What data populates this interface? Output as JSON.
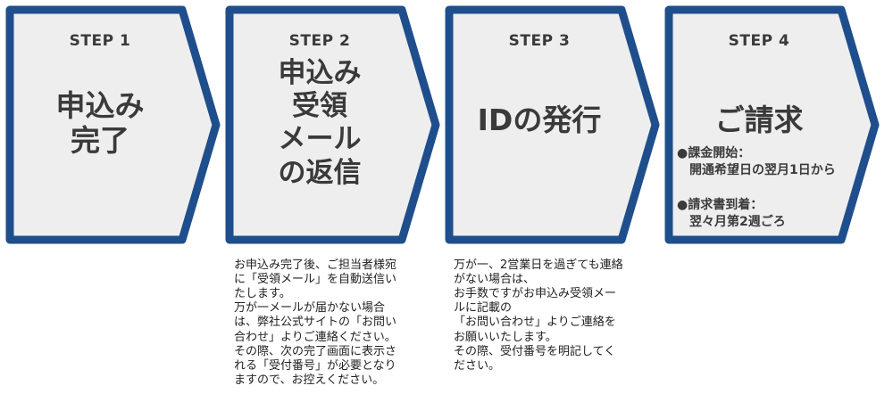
{
  "steps": [
    {
      "label": "STEP 1",
      "title": "申込み\n完了"
    },
    {
      "label": "STEP 2",
      "title": "申込み\n受領\nメール\nの返信"
    },
    {
      "label": "STEP 3",
      "title": "IDの発行"
    },
    {
      "label": "STEP 4",
      "title": "ご請求"
    }
  ],
  "billing": [
    "●課金開始：\n　開通希望日の翌月1日から",
    "●請求書到着：\n　翌々月第2週ごろ"
  ],
  "notes": {
    "step2": "お申込み完了後、ご担当者様宛\nに「受領メール」を自動送信い\nたします。\n 万が一メールが届かない場合\nは、弊社公式サイトの「お問い\n合わせ」よりご連絡ください。\n その際、次の完了画面に表示さ\nれる「受付番号」が必要となり\nますので、お控えください。",
    "step3": "万が一、2営業日を過ぎても連絡\nがない場合は、\nお手数ですがお申込み受領メー\nルに記載の\n「お問い合わせ」よりご連絡を\nお願いいたします。\nその際、受付番号を明記してく\nださい。"
  },
  "colors": {
    "border": "#1f4e8c",
    "fill": "#eeeeee",
    "text": "#3a3a3a"
  }
}
